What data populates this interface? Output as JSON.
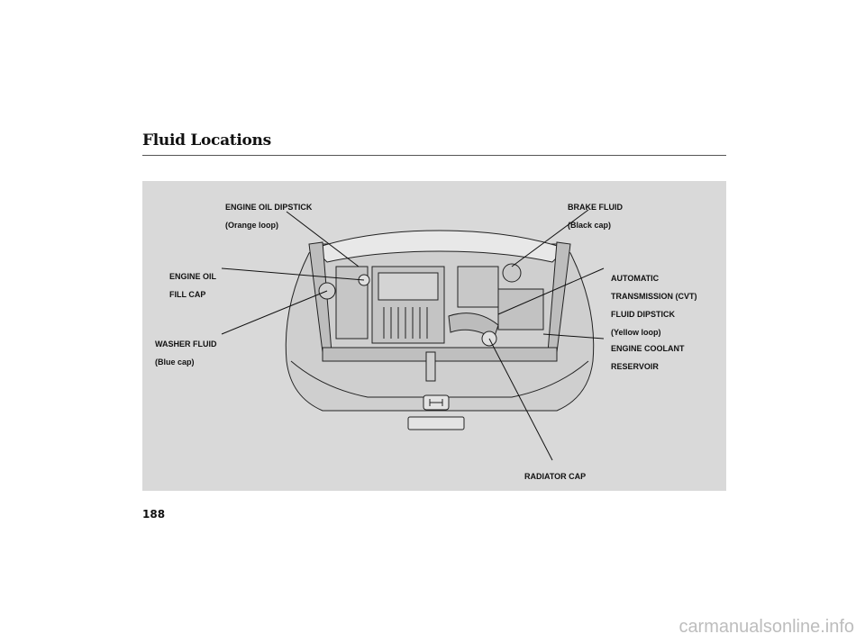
{
  "page": {
    "title": "Fluid Locations",
    "page_number": "188",
    "watermark": "carmanualsonline.info"
  },
  "callouts": {
    "engine_oil_dipstick": {
      "line1": "ENGINE OIL DIPSTICK",
      "line2": "(Orange loop)"
    },
    "brake_fluid": {
      "line1": "BRAKE FLUID",
      "line2": "(Black cap)"
    },
    "engine_oil_fill_cap": {
      "line1": "ENGINE OIL",
      "line2": "FILL CAP"
    },
    "cvt_dipstick": {
      "line1": "AUTOMATIC",
      "line2": "TRANSMISSION (CVT)",
      "line3": "FLUID DIPSTICK",
      "line4": "(Yellow loop)"
    },
    "washer_fluid": {
      "line1": "WASHER FLUID",
      "line2": "(Blue cap)"
    },
    "engine_coolant_reservoir": {
      "line1": "ENGINE COOLANT",
      "line2": "RESERVOIR"
    },
    "radiator_cap": {
      "line1": "RADIATOR CAP"
    }
  },
  "colors": {
    "panel": "#d9d9d9",
    "line": "#111111",
    "rule": "#555555"
  }
}
